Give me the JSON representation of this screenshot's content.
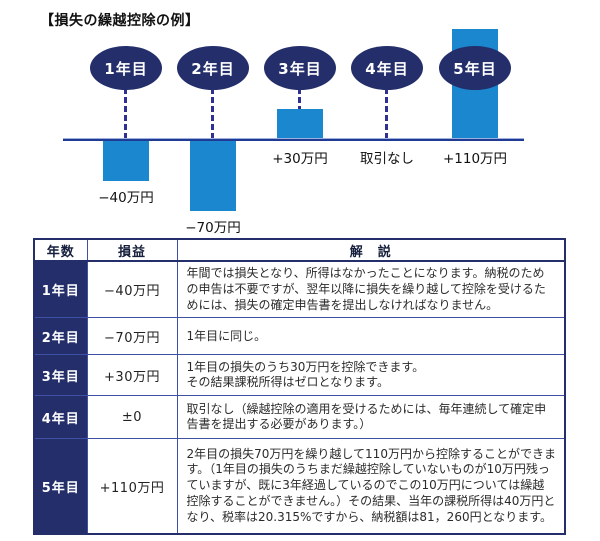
{
  "title": "【損失の繰越控除の例】",
  "colors": {
    "navy": "#232e6a",
    "bar_blue": "#1b87cf",
    "axis_blue": "#1f3a93",
    "dash_blue": "#2e3192",
    "border_blue": "#3f51a5"
  },
  "chart_data": {
    "type": "bar",
    "title": "【損失の繰越控除の例】",
    "categories": [
      "1年目",
      "2年目",
      "3年目",
      "4年目",
      "5年目"
    ],
    "values": [
      -40,
      -70,
      30,
      0,
      110
    ],
    "value_labels": [
      "−40万円",
      "−70万円",
      "+30万円",
      "取引なし",
      "+110万円"
    ],
    "unit": "万円",
    "ylim": [
      -80,
      120
    ],
    "baseline": 0,
    "grid": "off",
    "legend": "none"
  },
  "table": {
    "headers": [
      "年数",
      "損益",
      "解　説"
    ],
    "rows": [
      {
        "year": "1年目",
        "amount": "−40万円",
        "desc": "年間では損失となり、所得はなかったことになります。納税のための申告は不要ですが、翌年以降に損失を繰り越して控除を受けるためには、損失の確定申告書を提出しなければなりません。"
      },
      {
        "year": "2年目",
        "amount": "−70万円",
        "desc": "1年目に同じ。"
      },
      {
        "year": "3年目",
        "amount": "+30万円",
        "desc": "1年目の損失のうち30万円を控除できます。\nその結果課税所得はゼロとなります。"
      },
      {
        "year": "4年目",
        "amount": "±0",
        "desc": "取引なし（繰越控除の適用を受けるためには、毎年連続して確定申告書を提出する必要があります。）"
      },
      {
        "year": "5年目",
        "amount": "+110万円",
        "desc": "2年目の損失70万円を繰り越して110万円から控除することができます。（1年目の損失のうちまだ繰越控除していないものが10万円残っていますが、既に3年経過しているのでこの10万円については繰越控除することができません。）その結果、当年の課税所得は40万円となり、税率は20.315%ですから、納税額は81，260円となります。"
      }
    ]
  }
}
